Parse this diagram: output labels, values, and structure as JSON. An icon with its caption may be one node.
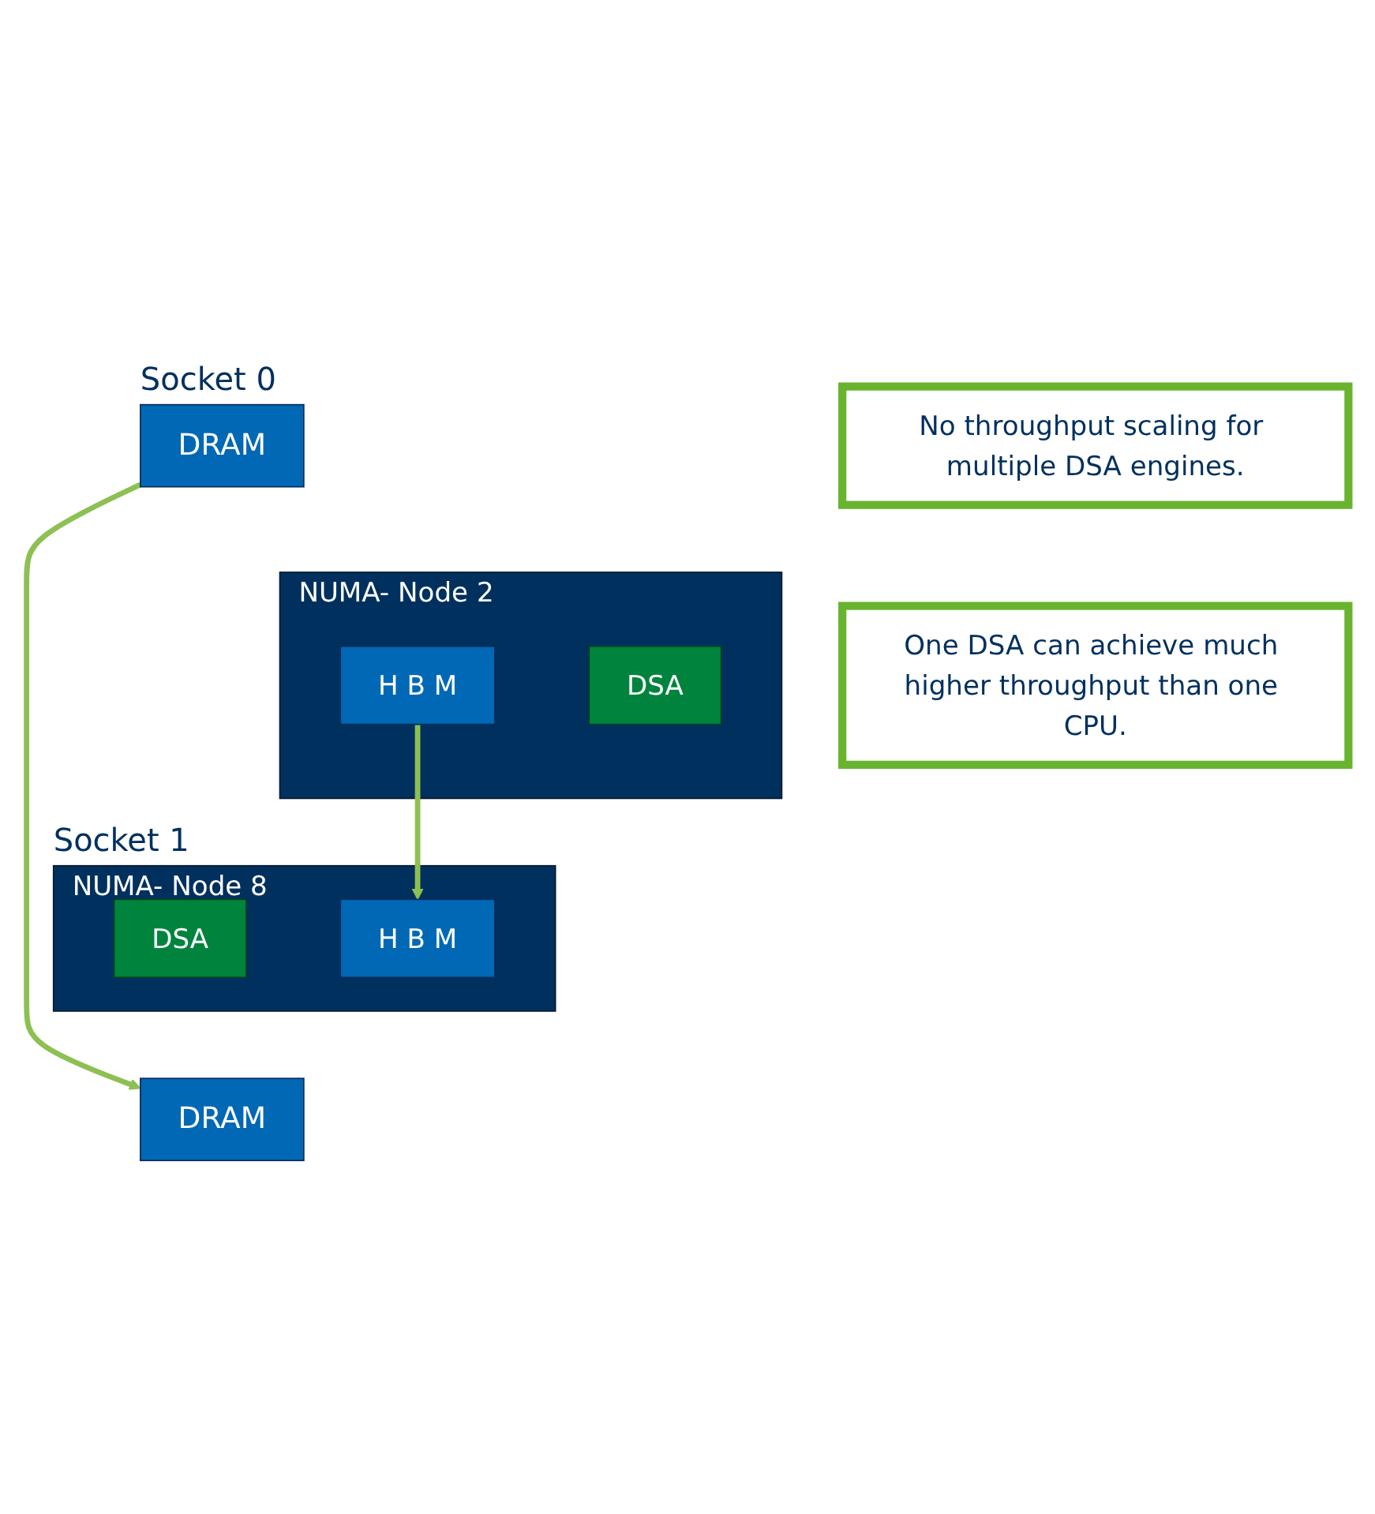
{
  "diagram": {
    "nodes": [
      {
        "text": [
          "DRAM"
        ],
        "beside": [
          "Socket 0"
        ]
      },
      {
        "text": [
          "NUMA- Node 2"
        ]
      },
      {
        "text": [
          "H B M"
        ],
        "in": 1
      },
      {
        "text": [
          "DSA"
        ],
        "in": 1
      },
      {
        "text": [
          "No throughput scaling for multiple DSA engines."
        ]
      },
      {
        "text": [
          "One DSA can achieve much higher throughput than one CPU."
        ]
      },
      {
        "text": [
          "NUMA- Node 8"
        ],
        "beside": [
          "Socket 1"
        ]
      },
      {
        "text": [
          "DSA"
        ],
        "in": 6
      },
      {
        "text": [
          "H B M"
        ],
        "in": 6
      },
      {
        "text": [
          "DRAM"
        ]
      }
    ],
    "edges": [
      {
        "from": 0,
        "to": 9,
        "arrow": "to"
      },
      {
        "from": 2,
        "to": 8,
        "arrow": "to"
      }
    ]
  }
}
